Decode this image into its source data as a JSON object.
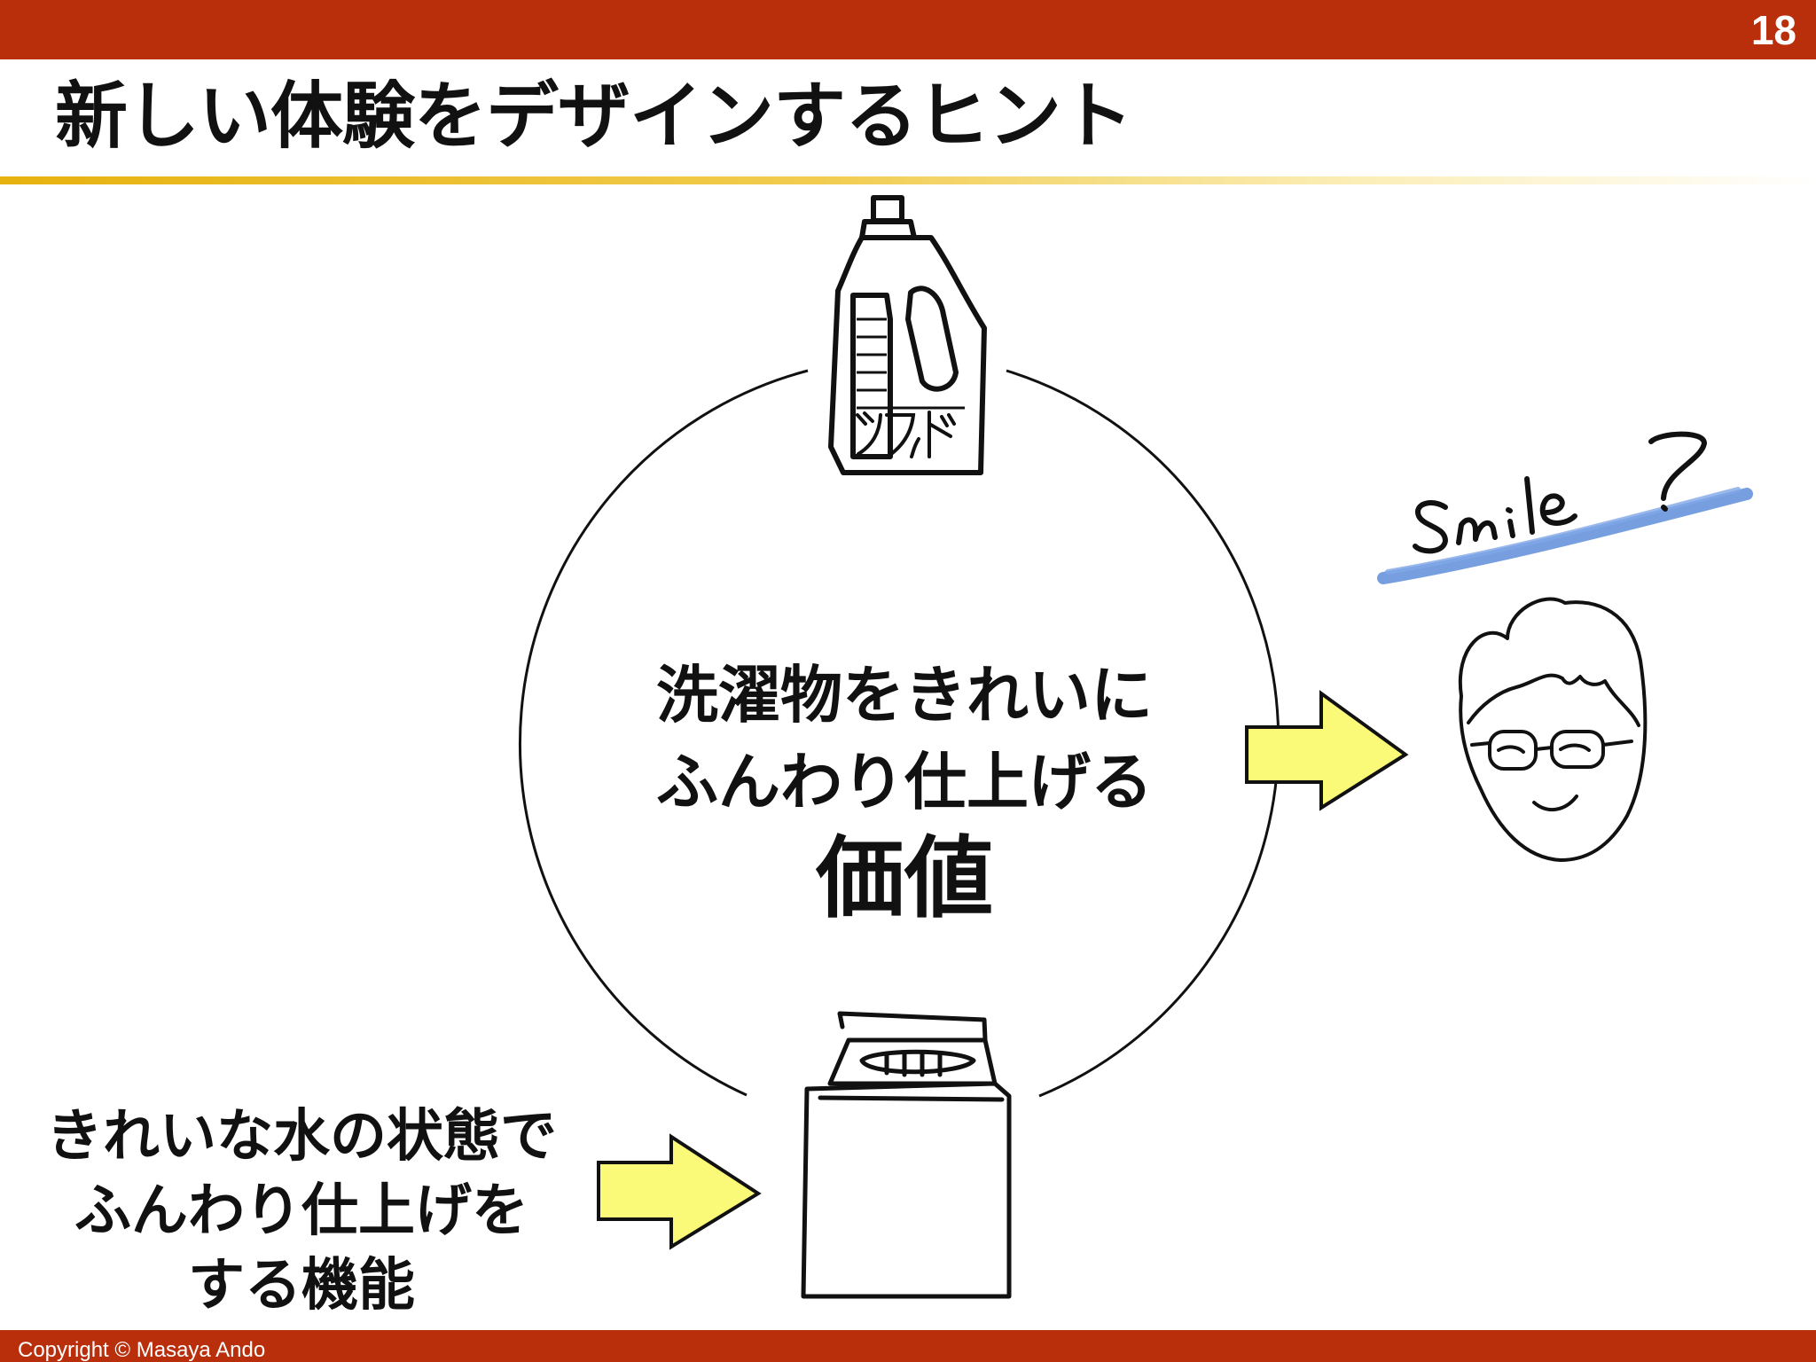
{
  "slide": {
    "page_number": "18",
    "title": "新しい体験をデザインするヒント"
  },
  "value": {
    "line1": "洗濯物をきれいに",
    "line2": "ふんわり仕上げる",
    "line3": "価値"
  },
  "function": {
    "line1": "きれいな水の状態で",
    "line2": "ふんわり仕上げを",
    "line3": "する機能"
  },
  "illustrations": {
    "bottle_label": "ソフト",
    "smile_text": "Smile!",
    "icons": [
      "softener-bottle-icon",
      "washing-machine-icon",
      "smiling-face-icon",
      "arrow-right-icon"
    ]
  },
  "colors": {
    "header_bar": "#b92e0b",
    "accent_line": "#e6b20f",
    "arrow_fill": "#fafa78",
    "smile_highlight": "#4a7fd6"
  },
  "footer": {
    "copyright": "Copyright ©     Masaya Ando"
  }
}
